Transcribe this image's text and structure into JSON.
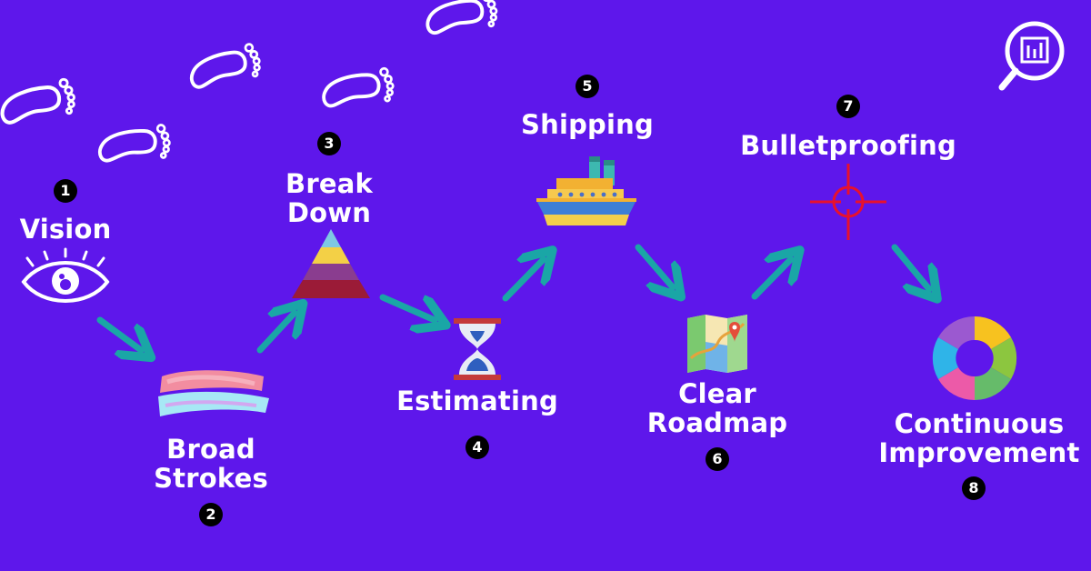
{
  "steps": [
    {
      "number": "1",
      "label": "Vision"
    },
    {
      "number": "2",
      "label": "Broad\nStrokes"
    },
    {
      "number": "3",
      "label": "Break\nDown"
    },
    {
      "number": "4",
      "label": "Estimating"
    },
    {
      "number": "5",
      "label": "Shipping"
    },
    {
      "number": "6",
      "label": "Clear\nRoadmap"
    },
    {
      "number": "7",
      "label": "Bulletproofing"
    },
    {
      "number": "8",
      "label": "Continuous\nImprovement"
    }
  ],
  "icons": {
    "step1": "eye-icon",
    "step2": "paint-stroke-icon",
    "step3": "pyramid-icon",
    "step4": "hourglass-icon",
    "step5": "ship-icon",
    "step6": "map-icon",
    "step7": "crosshair-icon",
    "step8": "cycle-icon",
    "logo": "chart-magnifier-icon",
    "decor": "footprint-icon"
  },
  "colors": {
    "background": "#5e17eb",
    "text": "#ffffff",
    "arrow": "#1aa6a6",
    "badge": "#000000",
    "crosshair": "#e8112d"
  }
}
